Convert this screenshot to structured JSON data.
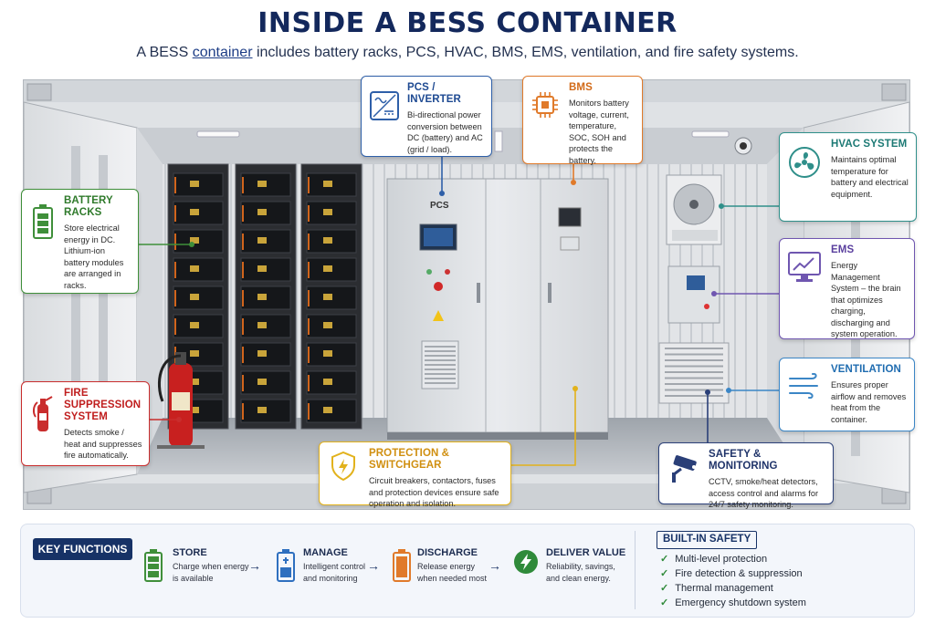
{
  "header": {
    "title": "INSIDE A BESS CONTAINER",
    "subtitle_pre": "A BESS ",
    "subtitle_link": "container",
    "subtitle_post": " includes battery racks, PCS, HVAC, BMS, EMS, ventilation, and fire safety systems."
  },
  "container": {
    "pcs_label": "PCS"
  },
  "callouts": {
    "battery_racks": {
      "title": "BATTERY RACKS",
      "desc": "Store electrical energy in DC. Lithium-ion battery modules are arranged in racks.",
      "icon": "battery-icon",
      "color": "#3f8f3a"
    },
    "fire_suppression": {
      "title": "FIRE SUPPRESSION SYSTEM",
      "desc": "Detects smoke / heat and suppresses fire automatically.",
      "icon": "fire-extinguisher-icon",
      "color": "#c92d2d"
    },
    "pcs_inverter": {
      "title": "PCS / INVERTER",
      "desc": "Bi-directional power conversion between DC (battery) and AC (grid / load).",
      "icon": "inverter-icon",
      "color": "#2e5fa8"
    },
    "bms": {
      "title": "BMS",
      "desc": "Monitors battery voltage, current, temperature, SOC, SOH and protects the battery.",
      "icon": "chip-icon",
      "color": "#e07a2a"
    },
    "hvac": {
      "title": "HVAC SYSTEM",
      "desc": "Maintains optimal temperature for battery and electrical equipment.",
      "icon": "fan-icon",
      "color": "#2f8f8a"
    },
    "ems": {
      "title": "EMS",
      "desc": "Energy Management System – the brain that optimizes charging, discharging and system operation.",
      "icon": "monitor-chart-icon",
      "color": "#6f56b0"
    },
    "ventilation": {
      "title": "VENTILATION",
      "desc": "Ensures proper airflow and removes heat from the container.",
      "icon": "airflow-icon",
      "color": "#3b86c6"
    },
    "protection": {
      "title": "PROTECTION & SWITCHGEAR",
      "desc": "Circuit breakers, contactors, fuses and protection devices ensure safe operation and isolation.",
      "icon": "shield-bolt-icon",
      "color": "#e2b21c"
    },
    "safety_monitoring": {
      "title": "SAFETY & MONITORING",
      "desc": "CCTV, smoke/heat detectors, access control and alarms for 24/7 safety monitoring.",
      "icon": "cctv-camera-icon",
      "color": "#2a3f78"
    }
  },
  "key_functions": {
    "badge": "KEY FUNCTIONS",
    "items": [
      {
        "title": "STORE",
        "desc": "Charge when energy is available",
        "icon": "battery-full-icon",
        "color": "#3f8f3a"
      },
      {
        "title": "MANAGE",
        "desc": "Intelligent control and monitoring",
        "icon": "battery-manage-icon",
        "color": "#2e6fbf"
      },
      {
        "title": "DISCHARGE",
        "desc": "Release energy when needed most",
        "icon": "battery-discharge-icon",
        "color": "#e07a2a"
      },
      {
        "title": "DELIVER VALUE",
        "desc": "Reliability, savings, and clean energy.",
        "icon": "lightning-circle-icon",
        "color": "#2f8a3a"
      }
    ]
  },
  "built_in_safety": {
    "badge": "BUILT-IN SAFETY",
    "items": [
      "Multi-level protection",
      "Fire detection & suppression",
      "Thermal management",
      "Emergency shutdown system"
    ]
  }
}
